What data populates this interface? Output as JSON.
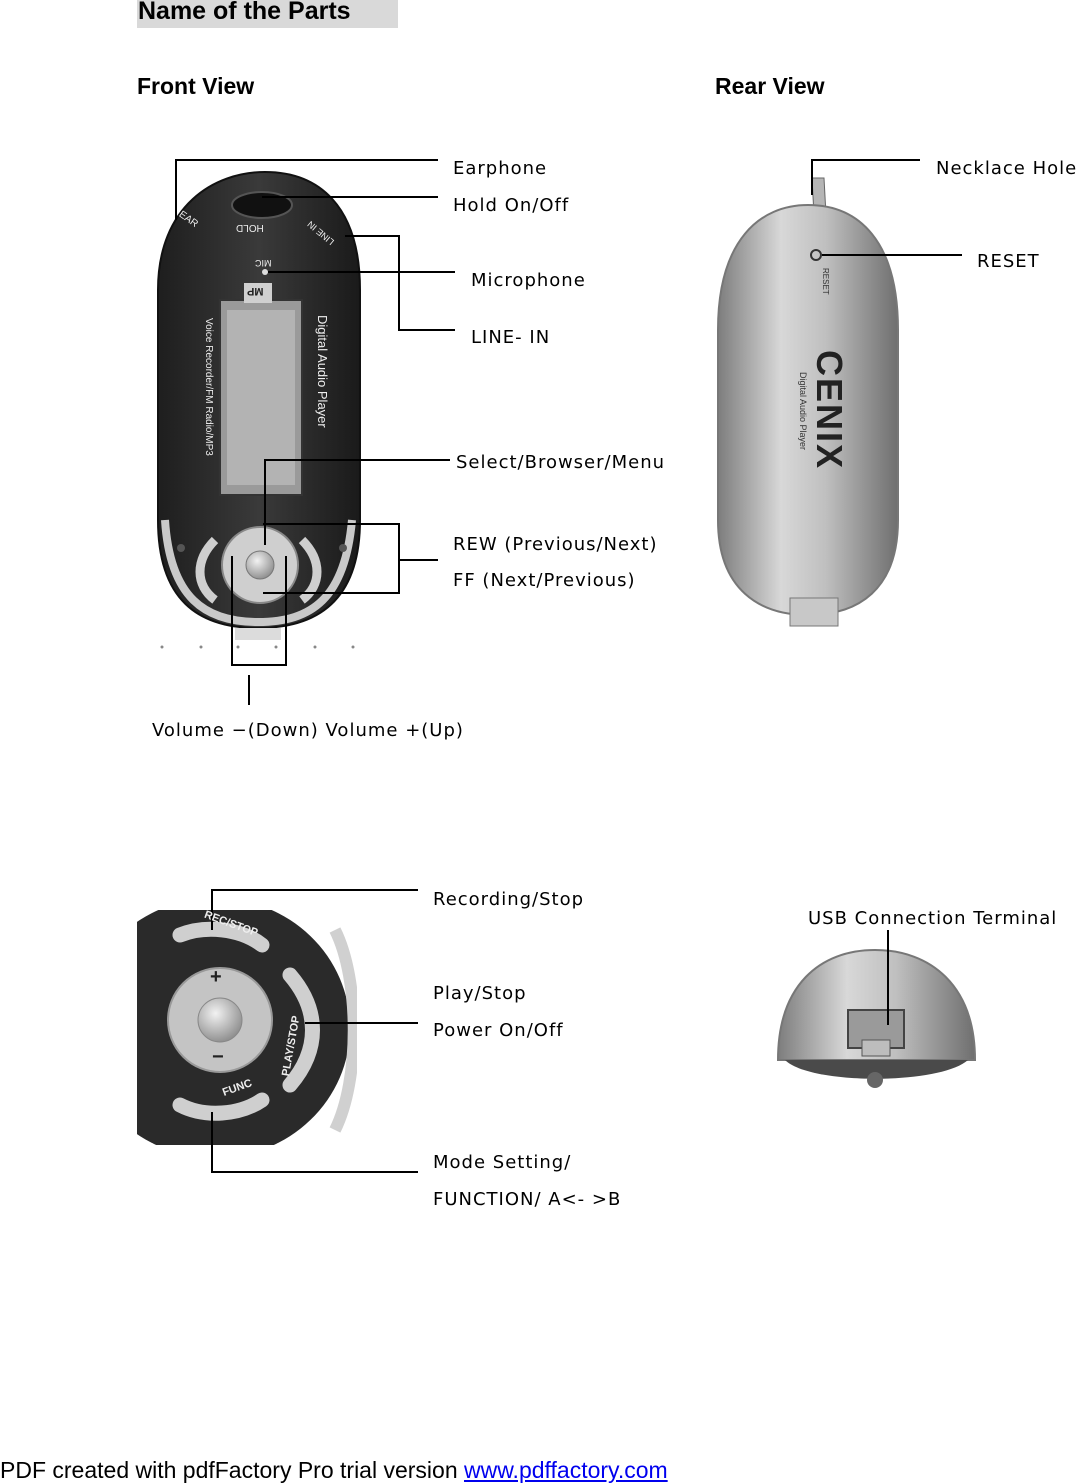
{
  "page_title": "Name of the Parts",
  "front_view": {
    "heading": "Front View",
    "labels": {
      "earphone": "Earphone",
      "hold": "Hold On/Off",
      "microphone": "Microphone",
      "line_in": "LINE- IN",
      "select": "Select/Browser/Menu",
      "rew": "REW (Previous/Next)",
      "ff": "FF (Next/Previous)",
      "volume": "Volume −(Down) Volume +(Up)"
    },
    "device_print": {
      "ear": "EAR",
      "hold": "HOLD",
      "line_in": "LINE IN",
      "mic": "MIC",
      "logo": "MP",
      "brand_line": "Digital Audio Player",
      "sub_line": "Voice Recorder/FM Radio/MP3"
    }
  },
  "rear_view": {
    "heading": "Rear View",
    "labels": {
      "necklace": "Necklace Hole",
      "reset": "RESET"
    },
    "device_print": {
      "reset": "RESET",
      "brand": "CENIX",
      "sub": "Digital Audio Player"
    }
  },
  "buttons_view": {
    "labels": {
      "recording": "Recording/Stop",
      "play": "Play/Stop",
      "power": "Power On/Off",
      "mode1": "Mode Setting/",
      "mode2": "FUNCTION/ A<- >B"
    },
    "device_print": {
      "rec": "REC/STOP",
      "play": "PLAY/STOP",
      "func": "FUNC",
      "plus": "+",
      "minus": "−"
    }
  },
  "usb_view": {
    "label": "USB Connection Terminal"
  },
  "footer": {
    "text": "PDF created with pdfFactory Pro trial version ",
    "link": "www.pdffactory.com"
  }
}
